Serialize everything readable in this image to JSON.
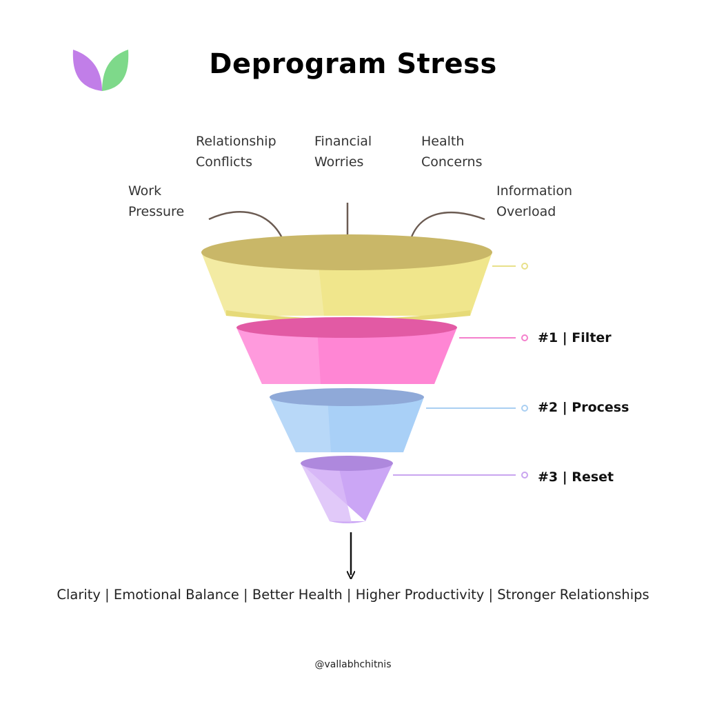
{
  "title": "Deprogram Stress",
  "inputs": [
    {
      "id": "work",
      "text": "Work\nPressure"
    },
    {
      "id": "relationship",
      "text": "Relationship\nConflicts"
    },
    {
      "id": "financial",
      "text": "Financial\nWorries"
    },
    {
      "id": "health",
      "text": "Health\nConcerns"
    },
    {
      "id": "information",
      "text": "Information\nOverload"
    }
  ],
  "stages": [
    {
      "label": "",
      "color": "#f0e68c"
    },
    {
      "label": "#1 | Filter",
      "color": "#ff8fd6"
    },
    {
      "label": "#2 | Process",
      "color": "#a9d0f7"
    },
    {
      "label": "#3 | Reset",
      "color": "#cba6f5"
    }
  ],
  "outcomes": "Clarity | Emotional Balance | Better Health | Higher Productivity | Stronger Relationships",
  "handle": "@vallabhchitnis",
  "logo_colors": {
    "left_leaf": "#c17ee8",
    "right_leaf": "#7ed98a"
  }
}
